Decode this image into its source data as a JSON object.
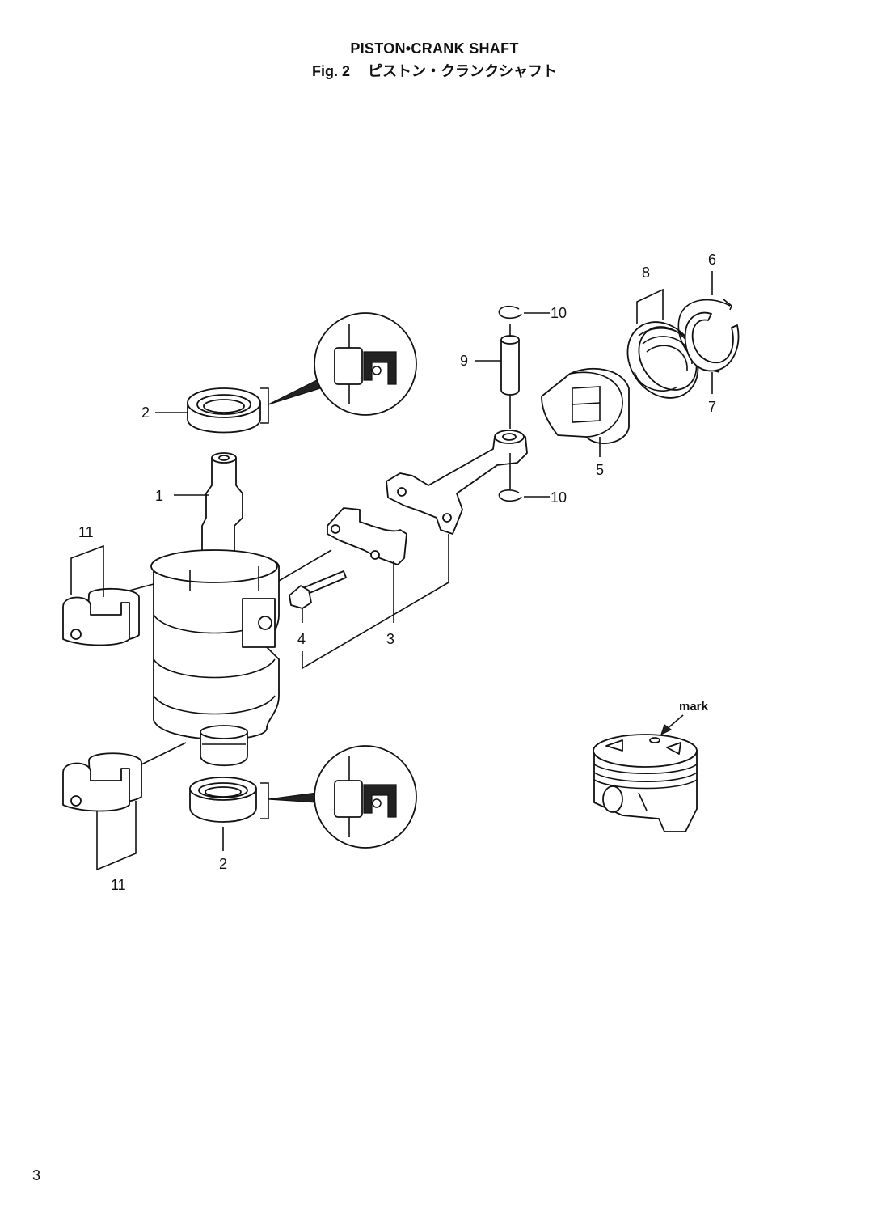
{
  "header": {
    "title_en": "PISTON•CRANK SHAFT",
    "fig_label": "Fig. 2",
    "title_jp": "ピストン・クランクシャフト"
  },
  "callouts": {
    "c1": "1",
    "c2_top": "2",
    "c2_bottom": "2",
    "c3": "3",
    "c4": "4",
    "c5": "5",
    "c6": "6",
    "c7": "7",
    "c8": "8",
    "c9": "9",
    "c10_top": "10",
    "c10_bottom": "10",
    "c11_top": "11",
    "c11_bottom": "11"
  },
  "mark_label": "mark",
  "footer": {
    "page_number": "3"
  }
}
